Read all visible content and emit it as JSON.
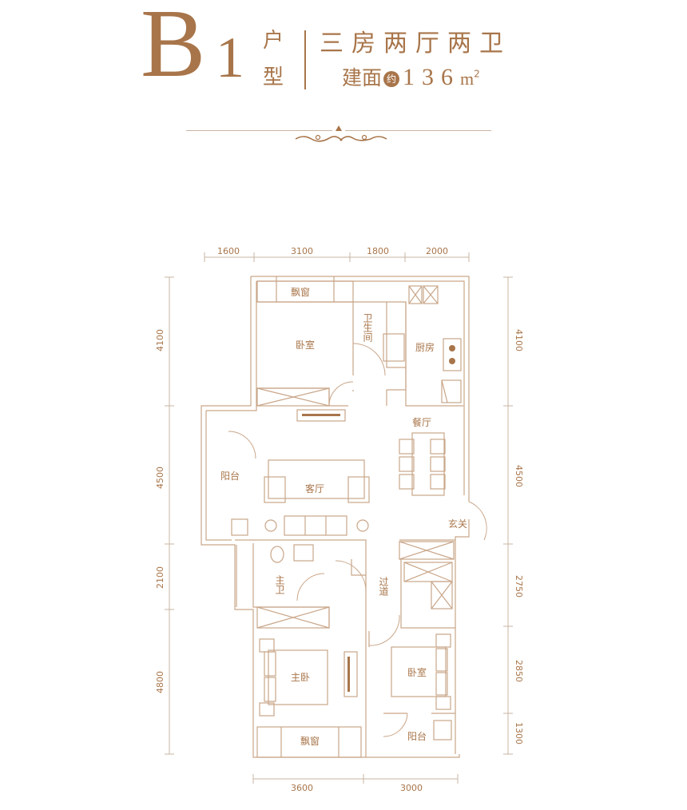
{
  "header": {
    "type_letter": "B",
    "type_number": "1",
    "hu": "户",
    "xing": "型",
    "layout": "三房两厅两卫",
    "area_label": "建面",
    "approx_badge": "约",
    "area_value": "136",
    "area_unit": "m",
    "area_sup": "2"
  },
  "colors": {
    "accent": "#a8754a",
    "wall": "#c9a689",
    "dim_line": "#c9b5a3"
  },
  "dimensions": {
    "top": [
      "1600",
      "3100",
      "1800",
      "2000"
    ],
    "bottom": [
      "3600",
      "3000"
    ],
    "left": [
      "4100",
      "4500",
      "2100",
      "4800"
    ],
    "right": [
      "4100",
      "4500",
      "2750",
      "2850",
      "1300"
    ]
  },
  "rooms": {
    "bay_window_top": "飘窗",
    "bedroom_top": "卧室",
    "bathroom_1": "卫生间",
    "kitchen": "厨房",
    "dining": "餐厅",
    "balcony_west": "阳台",
    "living": "客厅",
    "entrance": "玄关",
    "master_bath": "主卫",
    "corridor": "过道",
    "master_bedroom": "主卧",
    "bedroom_south": "卧室",
    "balcony_south": "阳台",
    "bay_window_bottom": "飘窗"
  }
}
